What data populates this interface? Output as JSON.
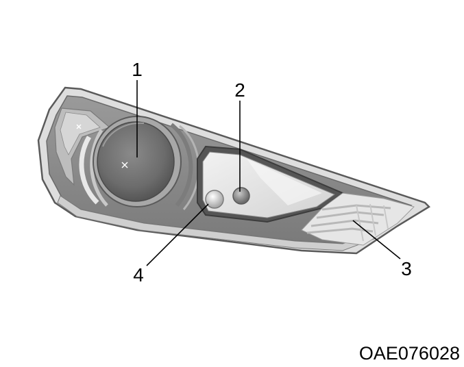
{
  "diagram": {
    "callouts": [
      {
        "id": "1",
        "label": "1"
      },
      {
        "id": "2",
        "label": "2"
      },
      {
        "id": "3",
        "label": "3"
      },
      {
        "id": "4",
        "label": "4"
      }
    ],
    "figure_code": "OAE076028"
  },
  "colors": {
    "housing_outline": "#5a5a5a",
    "housing_fill": "#8c8c8c",
    "lens_dark": "#6e6e6e",
    "lens_light": "#e4e4e4",
    "leader_line": "#000000"
  }
}
